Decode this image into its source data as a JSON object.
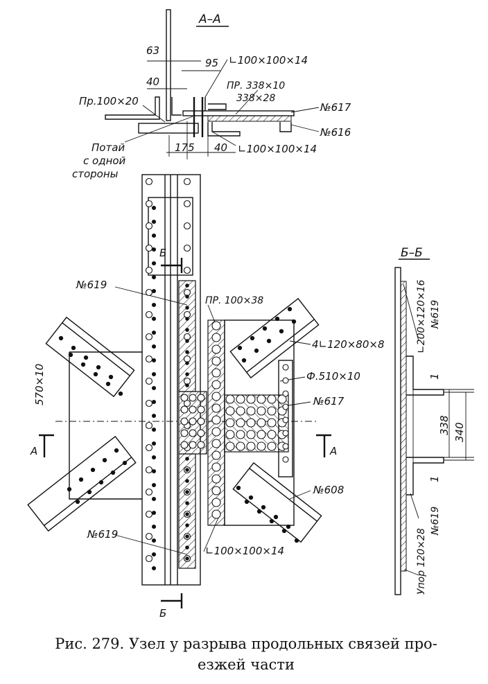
{
  "section_aa": {
    "title": "А–А",
    "dims": [
      "63",
      "40",
      "95",
      "175",
      "40"
    ],
    "labels": {
      "angle_top": "∟100×100×14",
      "plate_338x10": "ПР. 338×10",
      "plate_338x28": "338×28",
      "plate_100x20": "Пр.100×20",
      "no617": "№617",
      "no616": "№616",
      "angle_bottom": "∟100×100×14",
      "countersunk_1": "Потай",
      "countersunk_2": "с одной",
      "countersunk_3": "стороны"
    }
  },
  "plan": {
    "labels": {
      "b_top": "Б",
      "b_bottom": "Б",
      "no619_top": "№619",
      "no619_bottom": "№619",
      "pr100x38": "ПР. 100×38",
      "angles4": "4∟120×80×8",
      "f510": "Ф.510×10",
      "no617": "№617",
      "no608": "№608",
      "angle100": "∟100×100×14",
      "plate570": "570×10",
      "a_left": "А",
      "a_right": "А"
    }
  },
  "section_bb": {
    "title": "Б–Б",
    "labels": {
      "angle200": "∟200×120×16",
      "no619_top": "№619",
      "one_top": "1",
      "one_bottom": "1",
      "dim338": "338",
      "dim340": "340",
      "stop": "Упор 120×28",
      "no619_bottom": "№619"
    }
  },
  "caption": {
    "line1": "Рис. 279. Узел у разрыва продольных связей про-",
    "line2": "езжей части"
  }
}
